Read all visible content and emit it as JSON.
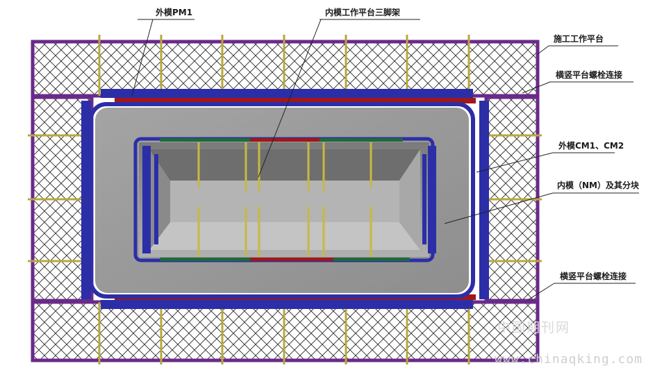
{
  "labels": {
    "outer_form_pm1": "外模PM1",
    "inner_tripod": "内模工作平台三脚架",
    "work_platform": "施工工作平台",
    "bolt_top": "横竖平台螺栓连接",
    "outer_form_cm": "外模CM1、CM2",
    "inner_form": "内模（NM）及其分块",
    "bolt_bottom": "横竖平台螺栓连接"
  },
  "watermark": {
    "cn": "中国期刊网",
    "url": "www.chinaqking.com"
  },
  "colors": {
    "platform_border": "#6a2a8a",
    "mesh": "#2a2a2a",
    "form_blue": "#2c2ea8",
    "form_red": "#a01818",
    "form_green": "#1e6a3a",
    "concrete": "#9a9a9a",
    "pipe": "#b8a838"
  }
}
